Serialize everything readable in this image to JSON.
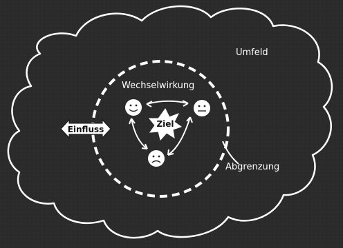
{
  "diagram": {
    "labels": {
      "environment": "Umfeld",
      "interaction": "Wechselwirkung",
      "boundary": "Abgrenzung",
      "influence": "Einfluss",
      "goal": "Ziel"
    },
    "colors": {
      "background": "#2a2a2a",
      "stroke": "#ffffff",
      "face_fill": "#ffffff"
    },
    "faces": [
      {
        "id": "face-left",
        "expression": "smile"
      },
      {
        "id": "face-right",
        "expression": "neutral"
      },
      {
        "id": "face-bottom",
        "expression": "frown"
      }
    ]
  }
}
